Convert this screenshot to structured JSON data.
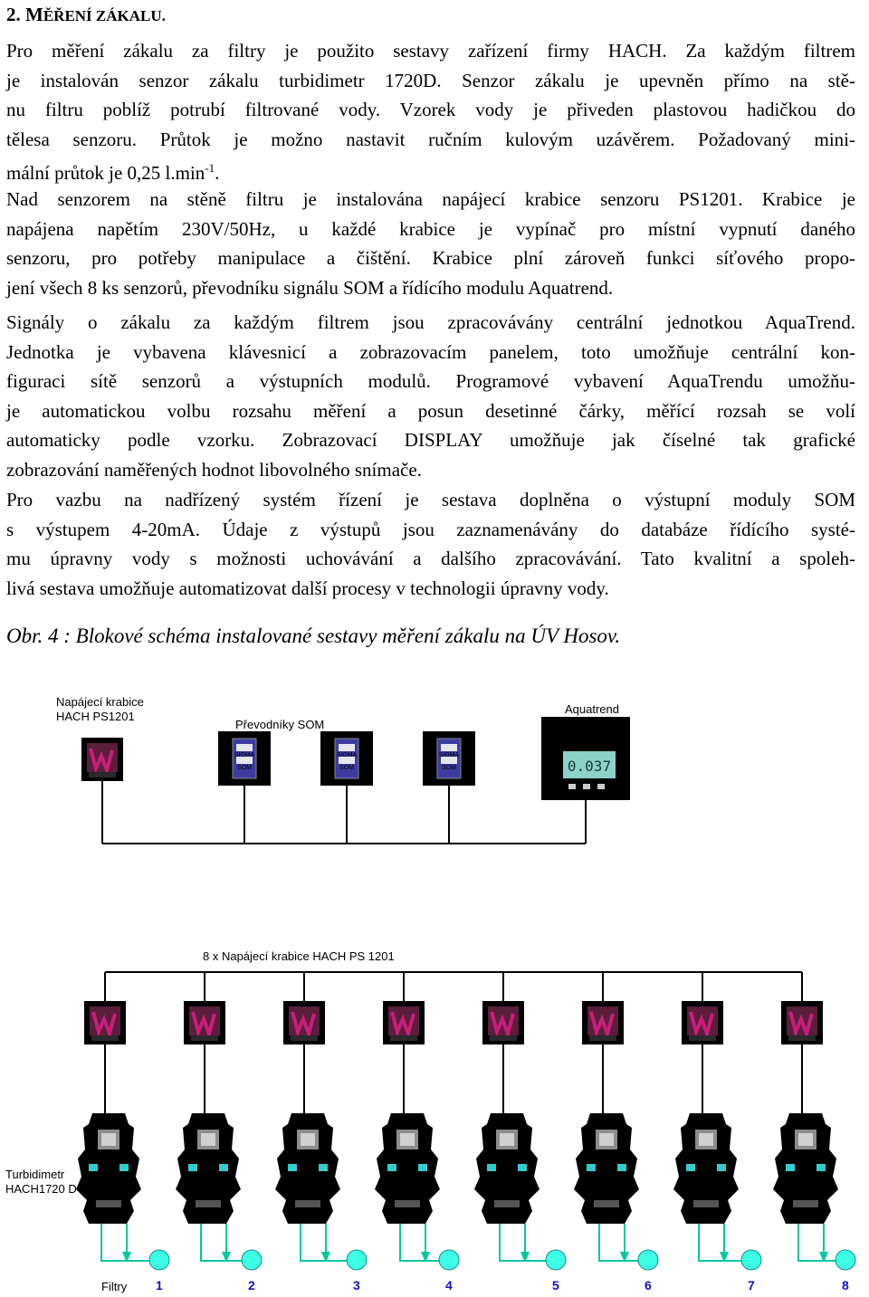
{
  "heading": {
    "number": "2.",
    "first_letter": "M",
    "rest": "ĚŘENÍ ZÁKALU."
  },
  "paragraphs": [
    {
      "lines": [
        "Pro měření zákalu za filtry je použito sestavy zařízení firmy HACH. Za každým filtrem",
        "je instalován senzor zákalu turbidimetr 1720D. Senzor zákalu je upevněn přímo na stě-",
        "nu filtru poblíž potrubí filtrované vody. Vzorek vody je přiveden plastovou hadičkou do",
        "tělesa senzoru. Průtok je možno nastavit ručním kulovým uzávěrem. Požadovaný mini-"
      ],
      "last_line_text": "mální průtok je 0,25 l.min",
      "last_line_sup": "-1",
      "last_line_end": "."
    },
    {
      "lines": [
        "Nad senzorem na stěně filtru je instalována napájecí krabice senzoru PS1201. Krabice je",
        "napájena napětím 230V/50Hz, u každé krabice je vypínač pro místní vypnutí daného",
        "senzoru, pro potřeby manipulace a čištění. Krabice plní zároveň funkci síťového propo-",
        "jení všech 8 ks senzorů, převodníku signálu SOM a řídícího modulu Aquatrend."
      ]
    },
    {
      "lines": [
        "Signály o zákalu za každým filtrem jsou zpracovávány centrální jednotkou AquaTrend.",
        "Jednotka je vybavena klávesnicí a zobrazovacím panelem, toto umožňuje centrální kon-",
        "figuraci sítě senzorů a výstupních modulů. Programové vybavení AquaTrendu umožňu-",
        "je automatickou volbu rozsahu měření a posun desetinné čárky, měřící rozsah se  volí",
        "automaticky podle vzorku. Zobrazovací DISPLAY umožňuje jak číselné tak grafické",
        "zobrazování naměřených hodnot libovolného snímače."
      ]
    },
    {
      "lines": [
        "Pro vazbu na nadřízený systém řízení je sestava doplněna o výstupní moduly SOM",
        "s výstupem 4-20mA. Údaje z výstupů jsou zaznamenávány do databáze řídícího systé-",
        "mu úpravny vody s možnosti uchovávání a dalšího zpracovávání. Tato kvalitní a spoleh-",
        "livá sestava umožňuje automatizovat další procesy v technologii úpravny vody."
      ]
    }
  ],
  "caption": "Obr. 4 : Blokové schéma instalované sestavy měření zákalu na ÚV Hosov.",
  "diagram": {
    "label_power_box": [
      "Napájecí krabice",
      "HACH PS1201"
    ],
    "label_converters": "Převodníky SOM",
    "label_aquatrend": "Aquatrend",
    "aquatrend_display_value": "0.037",
    "som_module_text": [
      "SIGMA",
      "SOM"
    ],
    "label_power_boxes_row": "8 x Napájecí krabice HACH PS 1201",
    "label_turbidimeter": [
      "Turbidimetr",
      "HACH1720 D"
    ],
    "label_filters": "Filtry",
    "filter_numbers": [
      "1",
      "2",
      "3",
      "4",
      "5",
      "6",
      "7",
      "8"
    ],
    "colors": {
      "module_body": "#000000",
      "module_screen": "#3c3ca0",
      "power_box_accent": "#c81e78",
      "pipe": "#00c8a0",
      "filter_circle": "#3cffe6",
      "display": "#8cd2c8",
      "filter_number": "#1010d0"
    }
  }
}
